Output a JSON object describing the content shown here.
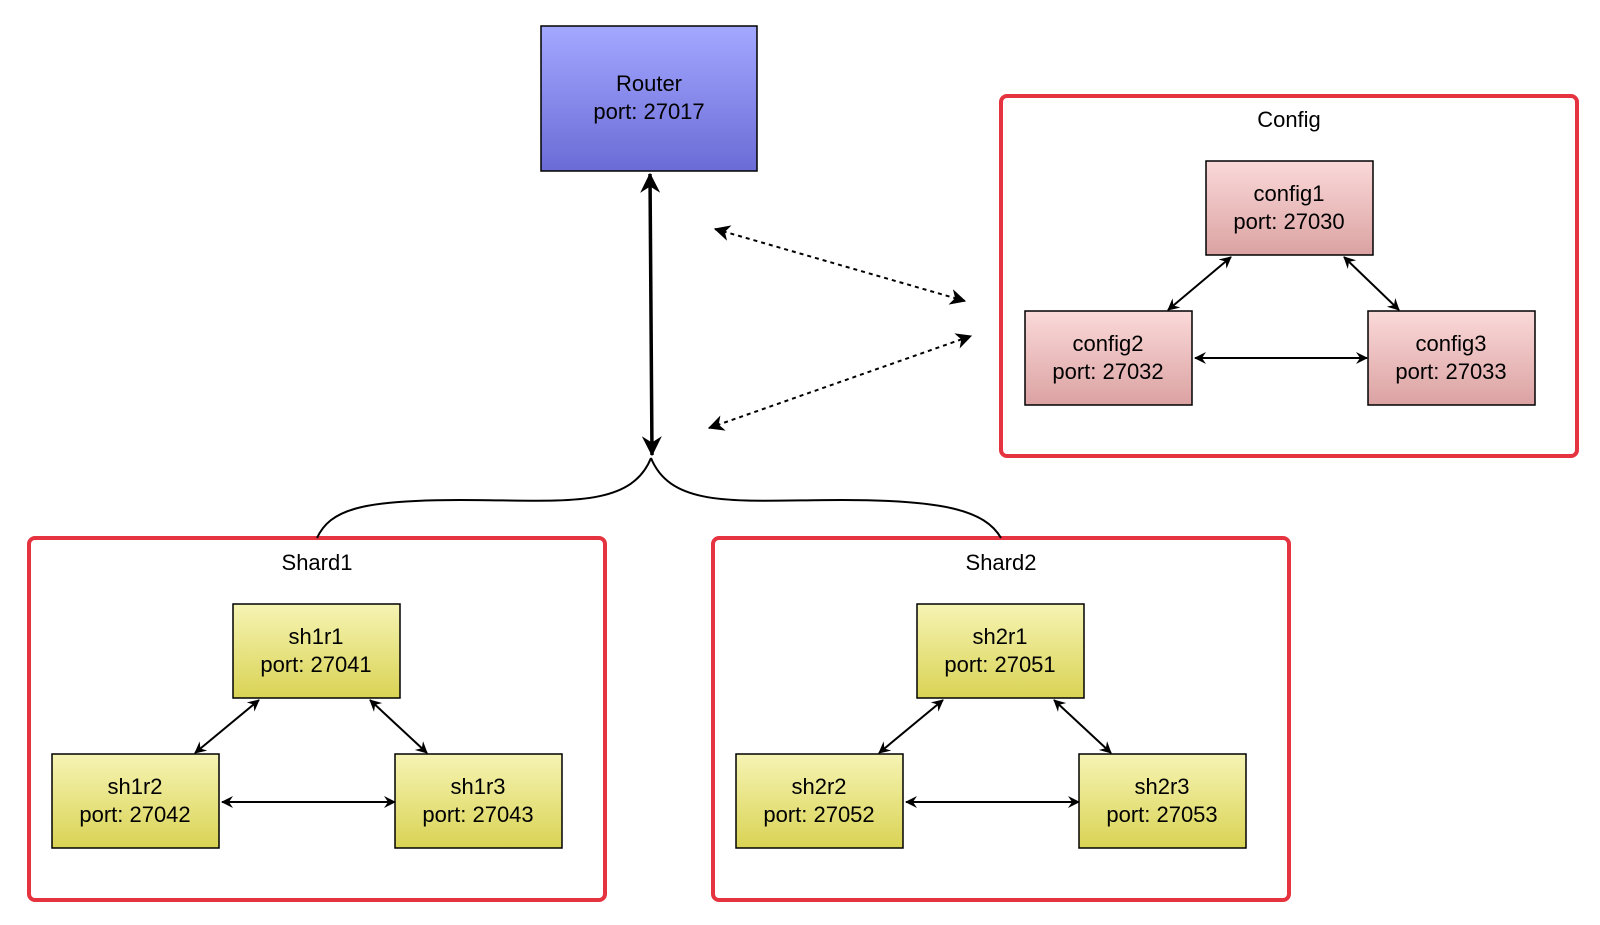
{
  "router": {
    "name": "Router",
    "port": "port: 27017"
  },
  "config": {
    "title": "Config",
    "nodes": [
      {
        "name": "config1",
        "port": "port: 27030"
      },
      {
        "name": "config2",
        "port": "port: 27032"
      },
      {
        "name": "config3",
        "port": "port: 27033"
      }
    ]
  },
  "shard1": {
    "title": "Shard1",
    "nodes": [
      {
        "name": "sh1r1",
        "port": "port: 27041"
      },
      {
        "name": "sh1r2",
        "port": "port: 27042"
      },
      {
        "name": "sh1r3",
        "port": "port: 27043"
      }
    ]
  },
  "shard2": {
    "title": "Shard2",
    "nodes": [
      {
        "name": "sh2r1",
        "port": "port: 27051"
      },
      {
        "name": "sh2r2",
        "port": "port: 27052"
      },
      {
        "name": "sh2r3",
        "port": "port: 27053"
      }
    ]
  },
  "colors": {
    "router_top": "#a3a8ff",
    "router_bottom": "#6b6bd6",
    "config_top": "#fbd9d9",
    "config_bottom": "#dba2a2",
    "shard_top": "#f6f4b4",
    "shard_bottom": "#d9d354",
    "group_border": "#e5343f"
  }
}
